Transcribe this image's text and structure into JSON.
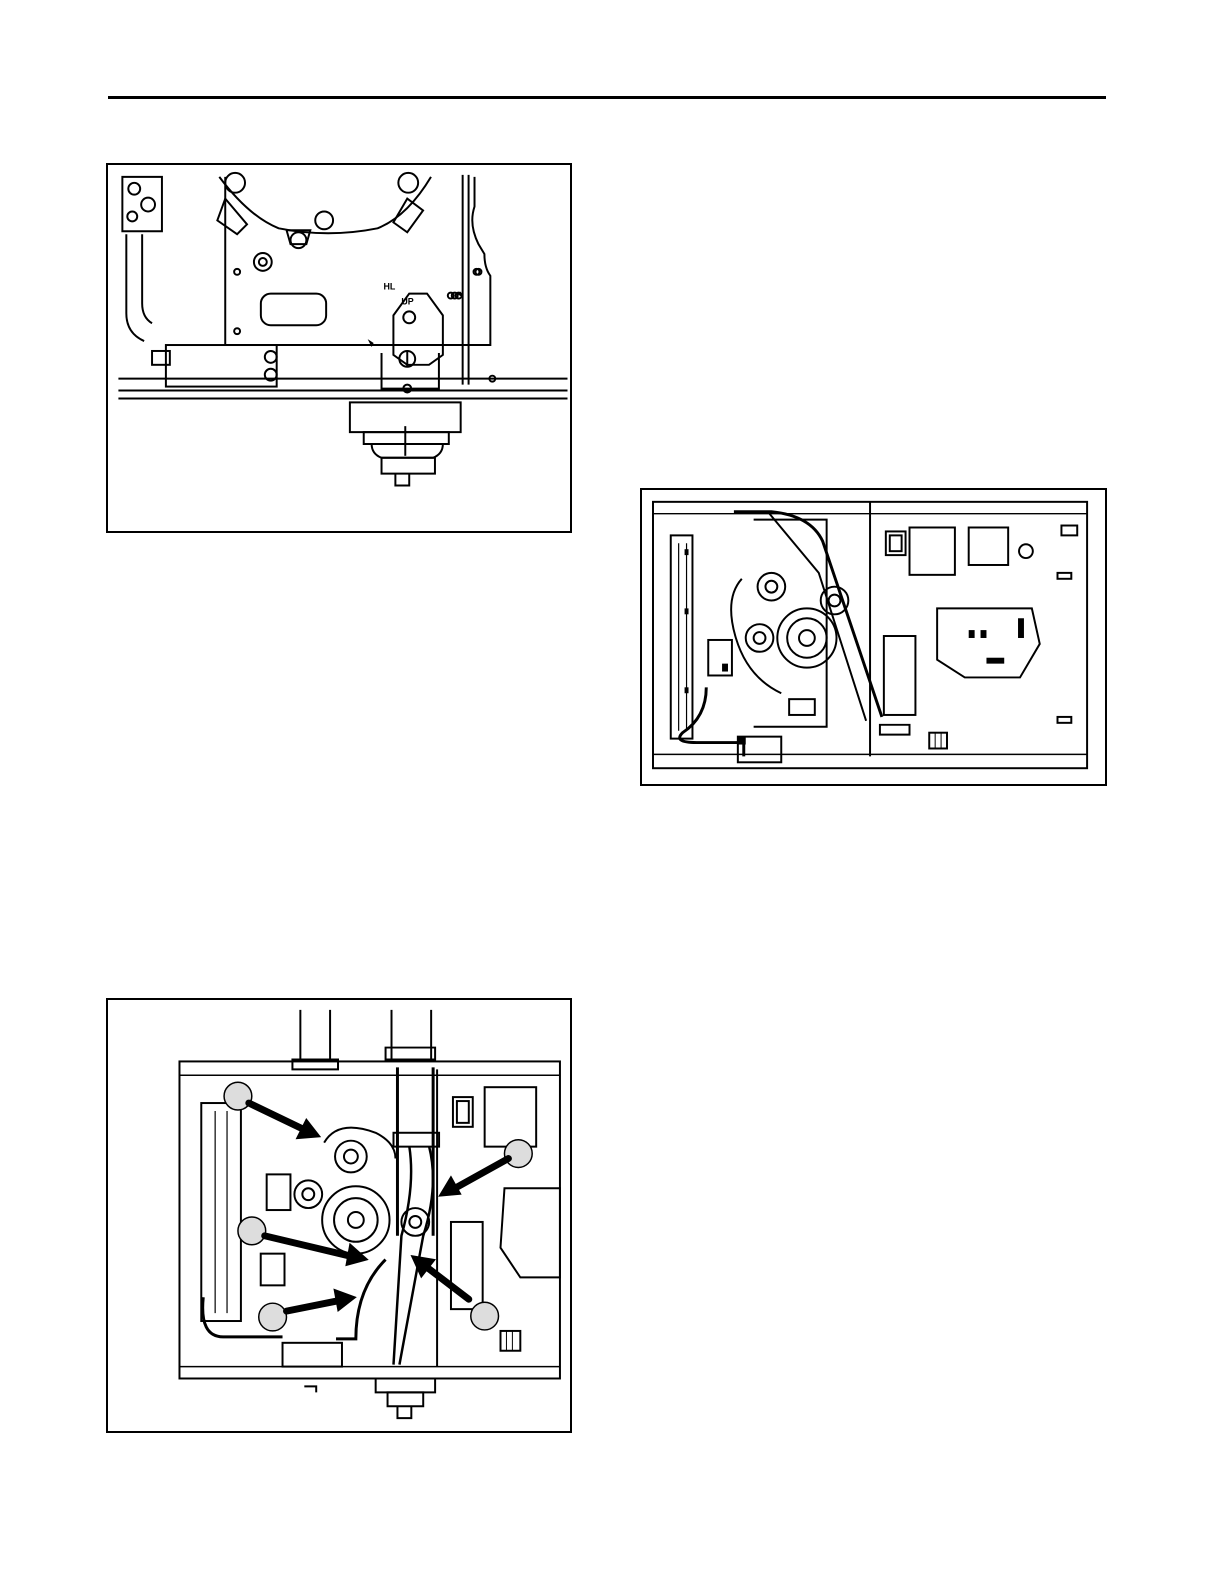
{
  "figures": {
    "motor_mount_detail": {
      "labels": {
        "hl": "HL",
        "up": "UP"
      }
    },
    "unit_overview": {},
    "callouts_view": {
      "callout_count": 5
    }
  }
}
